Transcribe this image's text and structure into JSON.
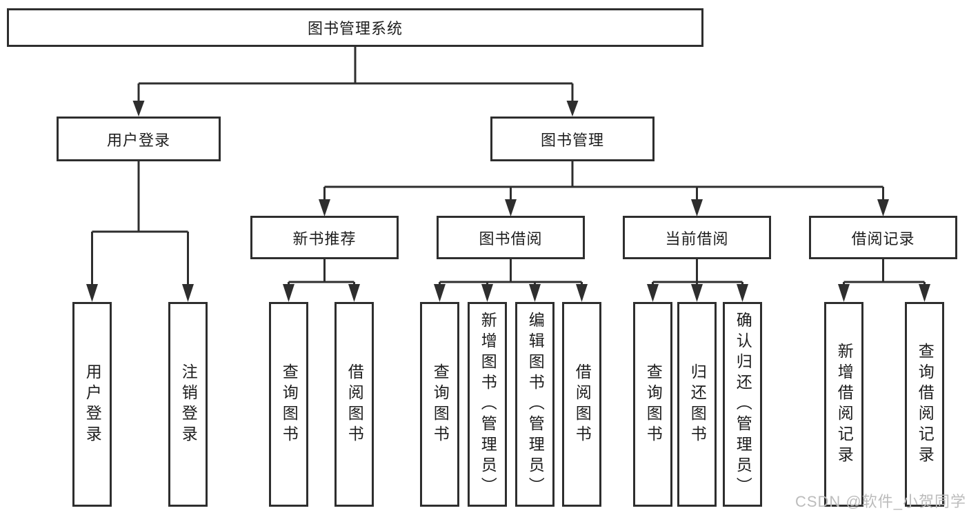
{
  "tree": {
    "root": {
      "label": "图书管理系统"
    },
    "branches": [
      {
        "label": "用户登录",
        "children": [
          {
            "label": "用户登录"
          },
          {
            "label": "注销登录"
          }
        ]
      },
      {
        "label": "图书管理",
        "children": [
          {
            "label": "新书推荐",
            "children": [
              {
                "label": "查询图书"
              },
              {
                "label": "借阅图书"
              }
            ]
          },
          {
            "label": "图书借阅",
            "children": [
              {
                "label": "查询图书"
              },
              {
                "label": "新增图书（管理员）"
              },
              {
                "label": "编辑图书（管理员）"
              },
              {
                "label": "借阅图书"
              }
            ]
          },
          {
            "label": "当前借阅",
            "children": [
              {
                "label": "查询图书"
              },
              {
                "label": "归还图书"
              },
              {
                "label": "确认归还（管理员）"
              }
            ]
          },
          {
            "label": "借阅记录",
            "children": [
              {
                "label": "新增借阅记录"
              },
              {
                "label": "查询借阅记录"
              }
            ]
          }
        ]
      }
    ]
  },
  "watermark": {
    "text": "CSDN @软件_小贺同学"
  },
  "colors": {
    "line": "#2e2e2e",
    "text": "#1d1d1d",
    "background": "#ffffff",
    "watermark": "#bcbcbc"
  }
}
